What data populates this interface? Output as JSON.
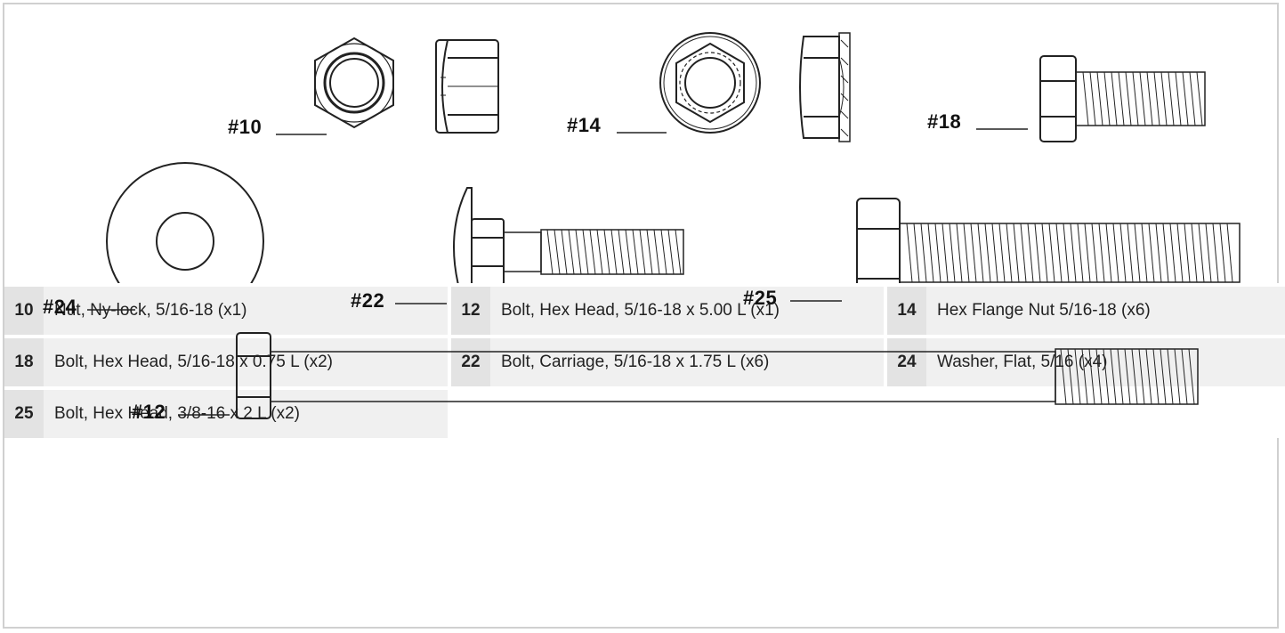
{
  "labels": {
    "p10": "#10",
    "p14": "#14",
    "p18": "#18",
    "p24": "#24",
    "p22": "#22",
    "p25": "#25",
    "p12": "#12"
  },
  "legend": [
    [
      {
        "num": "10",
        "desc": "Nut, Ny-lock, 5/16-18 (x1)"
      },
      {
        "num": "12",
        "desc": "Bolt, Hex Head, 5/16-18 x 5.00 L (x1)"
      },
      {
        "num": "14",
        "desc": "Hex Flange Nut 5/16-18 (x6)"
      }
    ],
    [
      {
        "num": "18",
        "desc": "Bolt, Hex Head, 5/16-18 x 0.75 L (x2)"
      },
      {
        "num": "22",
        "desc": "Bolt, Carriage, 5/16-18 x 1.75 L (x6)"
      },
      {
        "num": "24",
        "desc": "Washer, Flat, 5/16 (x4)"
      }
    ],
    [
      {
        "num": "25",
        "desc": "Bolt, Hex Head, 3/8-16 x 2 L (x2)"
      }
    ]
  ]
}
